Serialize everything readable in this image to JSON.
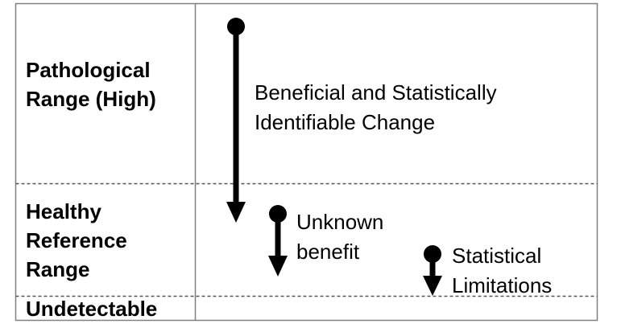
{
  "rows": {
    "high": "Pathological\nRange (High)",
    "healthy": "Healthy\nReference\nRange",
    "undetectable": "Undetectable"
  },
  "changes": {
    "large": "Beneficial and Statistically\nIdentifiable Change",
    "medium": "Unknown\nbenefit",
    "small": "Statistical\nLimitations"
  },
  "colors": {
    "ink": "#000000",
    "grid": "#808080"
  }
}
